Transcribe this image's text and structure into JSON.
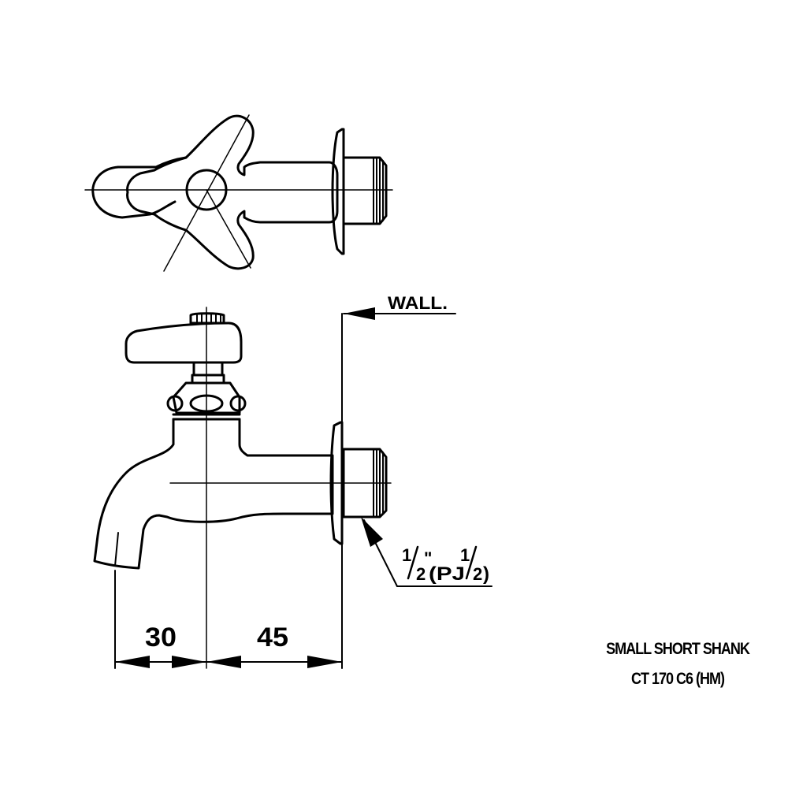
{
  "drawing": {
    "wall_label": "WALL.",
    "thread_label": "1/2\"(PJ1/2)",
    "thread_parts": {
      "f1_num": "1",
      "f1_den": "2",
      "inch": "\"",
      "mid": "(PJ",
      "f2_num": "1",
      "f2_den": "2",
      "close": ")"
    },
    "dimensions": {
      "spout_offset": "30",
      "wall_offset": "45"
    }
  },
  "title_block": {
    "line1": "SMALL SHORT SHANK",
    "line2": "CT 170 C6 (HM)"
  }
}
